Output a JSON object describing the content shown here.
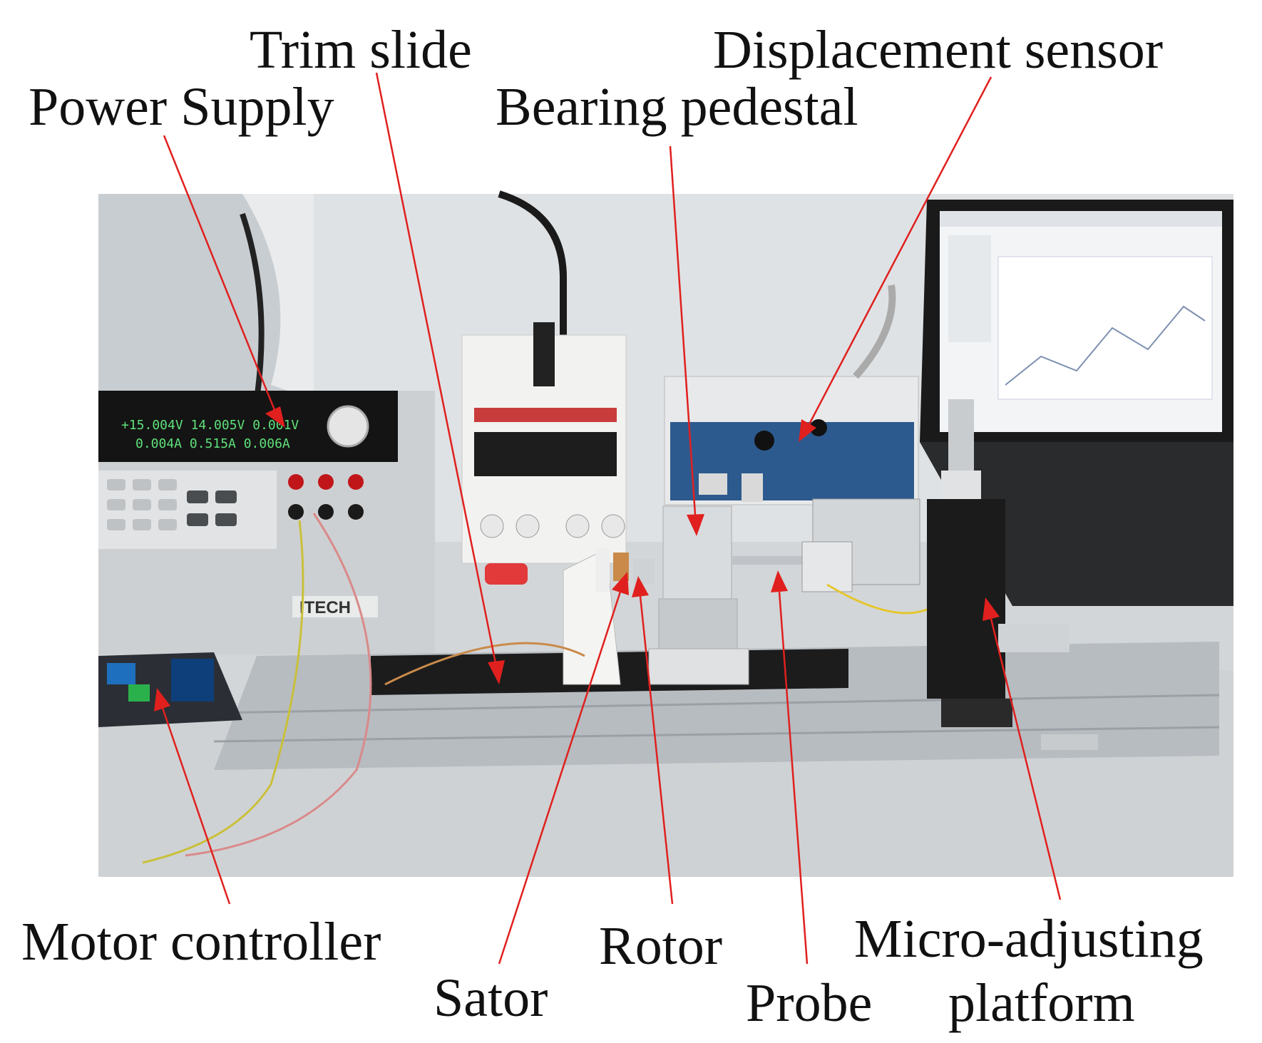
{
  "labels": {
    "power_supply": "Power Supply",
    "trim_slide": "Trim slide",
    "displacement_sensor": "Displacement sensor",
    "bearing_pedestal": "Bearing pedestal",
    "motor_controller": "Motor controller",
    "sator": "Sator",
    "rotor": "Rotor",
    "probe": "Probe",
    "micro_adjusting_line1": "Micro-adjusting",
    "micro_adjusting_line2": "platform"
  },
  "photo": {
    "brand_itech": "ITECH"
  },
  "colors": {
    "arrow": "#e0201e",
    "wall": "#d9dde0",
    "bench": "#c9ccce",
    "rail": "#b9bec3",
    "slide": "#1c1c1c",
    "laptop_screen": "#f2f4f6",
    "sensor_panel": "#2d5a8e"
  }
}
